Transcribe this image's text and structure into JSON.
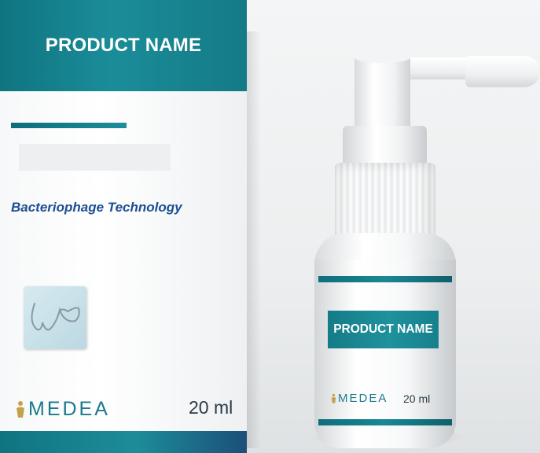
{
  "box": {
    "title": "PRODUCT NAME",
    "tagline": "Bacteriophage Technology",
    "brand": "MEDEA",
    "volume": "20 ml",
    "icon": "nasal-icon"
  },
  "bottle": {
    "label": "PRODUCT NAME",
    "brand": "MEDEA",
    "volume": "20 ml"
  },
  "colors": {
    "teal": "#1a8d99",
    "tagline_blue": "#1c4f93",
    "brand_teal": "#1a7a8c"
  }
}
